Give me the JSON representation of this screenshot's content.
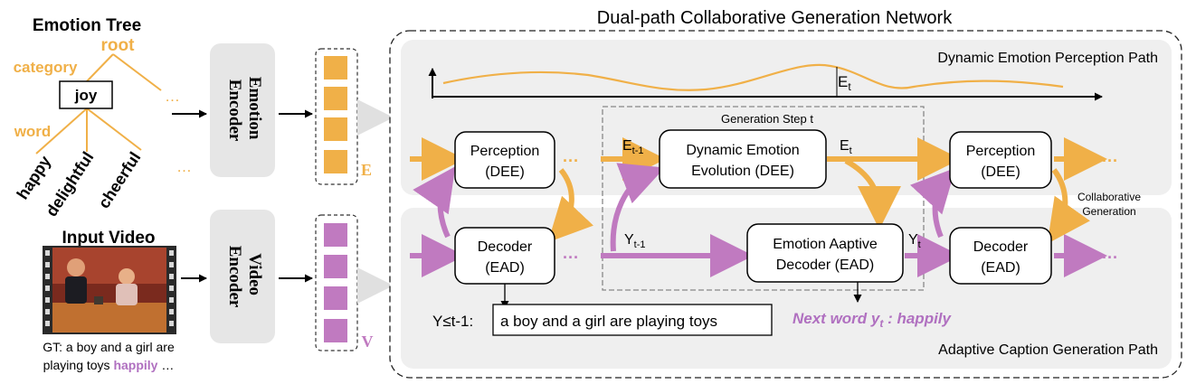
{
  "colors": {
    "emotion": "#f0b048",
    "video": "#c07ac0",
    "panel": "#efefef",
    "encoder": "#e6e6e6",
    "next_word": "#b070c0"
  },
  "emotion_tree": {
    "title": "Emotion Tree",
    "root": "root",
    "category": "category",
    "word": "word",
    "node": "joy",
    "ellipsis_1": "…",
    "ellipsis_2": "…",
    "leaves": [
      "happy",
      "delightful",
      "cheerful"
    ]
  },
  "input_video": {
    "title": "Input Video",
    "gt_line1": "GT: a boy and a girl are",
    "gt_line2_prefix": "playing toys",
    "gt_highlight": "happily",
    "gt_suffix": "…"
  },
  "encoders": {
    "emotion": [
      "Emotion",
      "Encoder"
    ],
    "video": [
      "Video",
      "Encoder"
    ]
  },
  "features": {
    "emotion_label": "E",
    "video_label": "V"
  },
  "network": {
    "title": "Dual-path Collaborative Generation Network",
    "top_path": "Dynamic Emotion Perception Path",
    "bottom_path": "Adaptive Caption Generation Path",
    "step_label": "Generation Step t",
    "curve_label": "E",
    "curve_sub": "t",
    "blocks": {
      "perception_left": [
        "Perception",
        "(DEE)"
      ],
      "decoder_left": [
        "Decoder",
        "(EAD)"
      ],
      "dee": [
        "Dynamic Emotion",
        "Evolution (DEE)"
      ],
      "ead": [
        "Emotion Aaptive",
        "Decoder (EAD)"
      ],
      "perception_right": [
        "Perception",
        "(DEE)"
      ],
      "decoder_right": [
        "Decoder",
        "(EAD)"
      ]
    },
    "labels": {
      "e_prev": "E",
      "e_prev_sub": "t-1",
      "e_t": "E",
      "e_t_sub": "t",
      "y_prev": "Y",
      "y_prev_sub": "t-1",
      "y_t": "Y",
      "y_t_sub": "t"
    },
    "collab": [
      "Collaborative",
      "Generation"
    ],
    "ellipsis": "···",
    "history_label": "Y≤t-1:",
    "history_text": "a boy and a girl are playing toys",
    "next_word_prefix": "Next word y",
    "next_word_sub": "t",
    "next_word_suffix": " : happily"
  }
}
